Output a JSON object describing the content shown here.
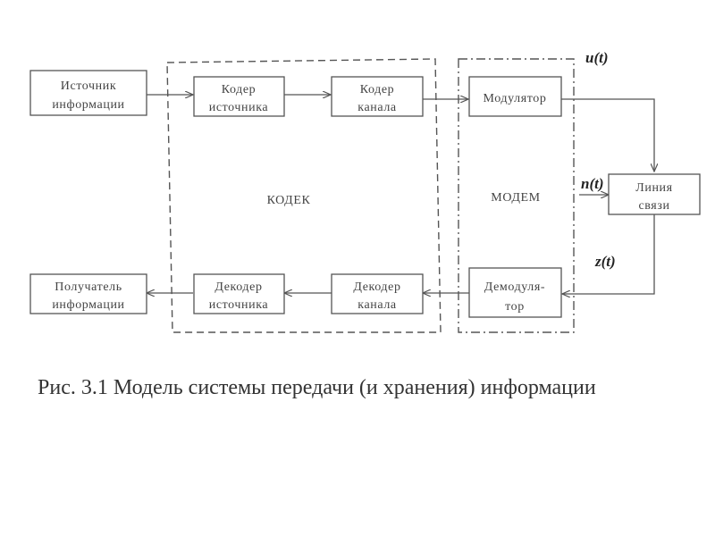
{
  "diagram": {
    "blocks": {
      "source": [
        "Источник",
        "информации"
      ],
      "source_coder": [
        "Кодер",
        "источника"
      ],
      "channel_coder": [
        "Кодер",
        "канала"
      ],
      "modulator": [
        "Модулятор"
      ],
      "line": [
        "Линия",
        "связи"
      ],
      "demodulator": [
        "Демодуля-",
        "тор"
      ],
      "channel_decoder": [
        "Декодер",
        "канала"
      ],
      "source_decoder": [
        "Декодер",
        "источника"
      ],
      "receiver": [
        "Получатель",
        "информации"
      ]
    },
    "groups": {
      "codec": "КОДЕК",
      "modem": "МОДЕМ"
    },
    "signals": {
      "u": "u(t)",
      "n": "n(t)",
      "z": "z(t)"
    },
    "caption": "Рис. 3.1 Модель системы передачи (и хранения) информации"
  }
}
